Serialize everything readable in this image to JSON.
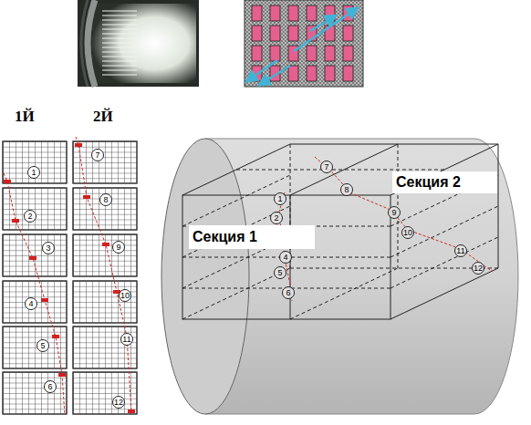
{
  "diagram": {
    "nodes": [
      {
        "text": [
          "Секция 1"
        ]
      },
      {
        "text": [
          "Секция 2"
        ]
      }
    ],
    "labels": [
      "1Й",
      "2Й",
      "1",
      "2",
      "3",
      "4",
      "5",
      "6",
      "7",
      "8",
      "9",
      "10",
      "11",
      "12",
      "1",
      "2",
      "4",
      "5",
      "6",
      "7",
      "8",
      "9",
      "10",
      "11",
      "12"
    ]
  }
}
